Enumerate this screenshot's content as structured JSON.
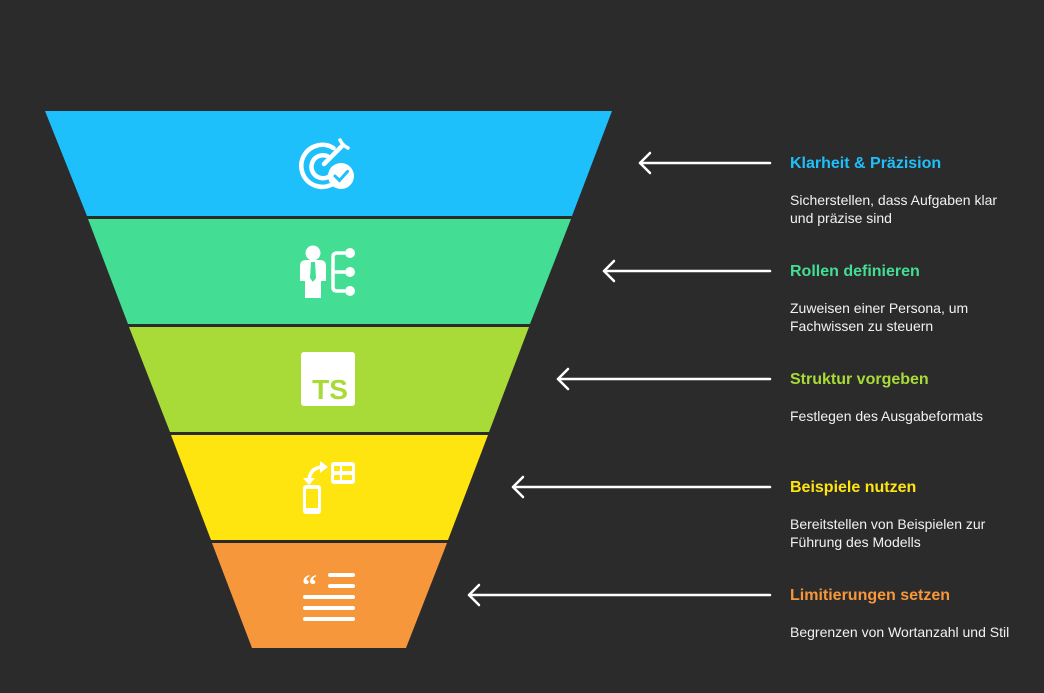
{
  "colors": {
    "background": "#2b2b2b",
    "arrow": "#ffffff",
    "icon": "#ffffff"
  },
  "steps": [
    {
      "title": "Klarheit & Präzision",
      "description": "Sicherstellen, dass Aufgaben klar und präzise sind",
      "color": "#1ec0fb",
      "icon": "target-check-icon"
    },
    {
      "title": "Rollen definieren",
      "description": "Zuweisen einer Persona, um Fachwissen zu steuern",
      "color": "#43de93",
      "icon": "person-hierarchy-icon"
    },
    {
      "title": "Struktur vorgeben",
      "description": "Festlegen des Ausgabeformats",
      "color": "#a8db37",
      "icon": "typescript-icon",
      "icon_text": "TS"
    },
    {
      "title": "Beispiele nutzen",
      "description": "Bereitstellen von Beispielen zur Führung des Modells",
      "color": "#ffe510",
      "icon": "device-transfer-icon"
    },
    {
      "title": "Limitierungen setzen",
      "description": "Begrenzen von Wortanzahl und Stil",
      "color": "#f7973b",
      "icon": "quote-text-icon"
    }
  ]
}
